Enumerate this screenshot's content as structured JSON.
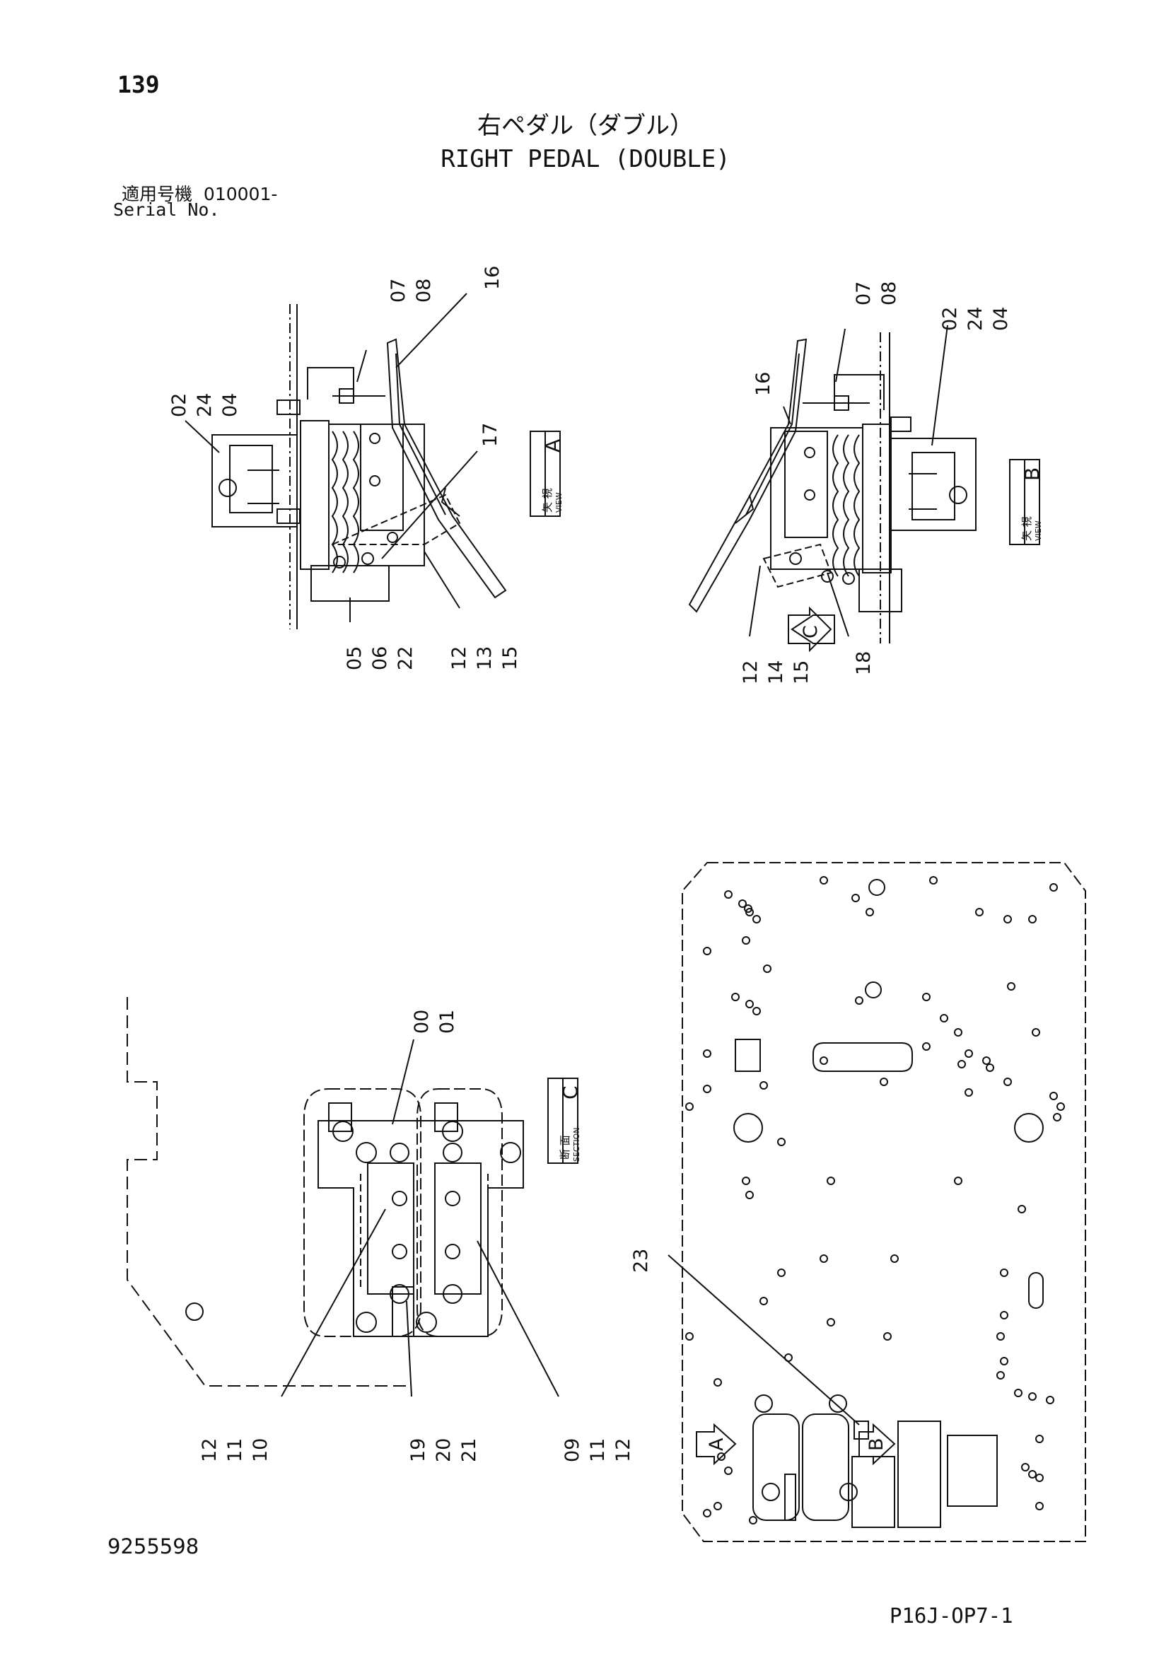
{
  "header": {
    "page_number": "139",
    "title_jp": "右ペダル（ダブル）",
    "title_en": "RIGHT PEDAL (DOUBLE)",
    "serial_jp_label": "適用号機",
    "serial_value": "010001-",
    "serial_en_label": "Serial No."
  },
  "view_a": {
    "label": {
      "kanji": "矢 視",
      "letter": "A",
      "small": "VIEW"
    },
    "callouts": {
      "c0708": [
        "07",
        "08"
      ],
      "c16": [
        "16"
      ],
      "c022404": [
        "02",
        "24",
        "04"
      ],
      "c17": [
        "17"
      ],
      "c050622": [
        "05",
        "06",
        "22"
      ],
      "c121315": [
        "12",
        "13",
        "15"
      ]
    }
  },
  "view_b": {
    "label": {
      "kanji": "矢 視",
      "letter": "B",
      "small": "VIEW"
    },
    "callouts": {
      "c0708": [
        "07",
        "08"
      ],
      "c022404": [
        "02",
        "24",
        "04"
      ],
      "c16": [
        "16"
      ],
      "c121415": [
        "12",
        "14",
        "15"
      ],
      "c18": [
        "18"
      ]
    },
    "arrow_c": "C"
  },
  "section_c": {
    "label": {
      "kanji": "断 面",
      "letter": "C",
      "small": "SECTION"
    },
    "callouts": {
      "c0001": [
        "00",
        "01"
      ],
      "c121110": [
        "12",
        "11",
        "10"
      ],
      "c192021": [
        "19",
        "20",
        "21"
      ],
      "c091112": [
        "09",
        "11",
        "12"
      ]
    }
  },
  "floor_plate": {
    "callout_23": "23",
    "arrow_a": "A",
    "arrow_b": "B"
  },
  "footer": {
    "drawing_number": "9255598",
    "page_code": "P16J-OP7-1"
  }
}
